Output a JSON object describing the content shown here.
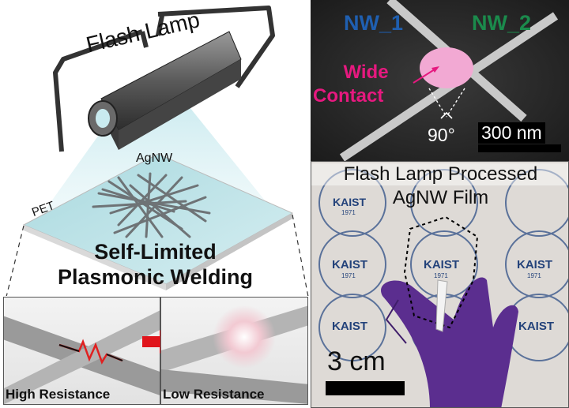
{
  "schematic": {
    "lamp_label": "Flash Lamp",
    "nanowire_label": "AgNW",
    "substrate_label": "PET",
    "title_line1": "Self-Limited",
    "title_line2": "Plasmonic Welding"
  },
  "before_after": {
    "before_caption": "High Resistance",
    "after_caption": "Low Resistance"
  },
  "sem": {
    "nw1_label": "NW_1",
    "nw2_label": "NW_2",
    "contact_line1": "Wide",
    "contact_line2": "Contact",
    "angle_label": "90°",
    "scale_label": "300 nm",
    "colors": {
      "nw1": "#1f5fb0",
      "nw2": "#1b8a4c",
      "contact": "#e6197f"
    }
  },
  "photo": {
    "caption_line1": "Flash Lamp Processed",
    "caption_line2": "AgNW Film",
    "scale_label": "3 cm",
    "logo_text": "KAIST",
    "logo_year": "1971"
  }
}
